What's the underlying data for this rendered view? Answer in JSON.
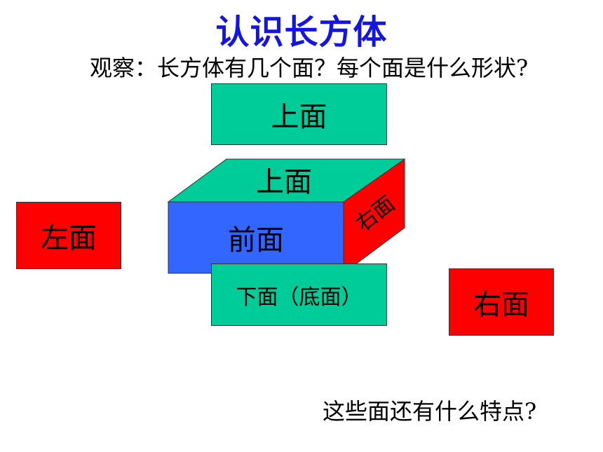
{
  "title": "认识长方体",
  "question": "观察：长方体有几个面？每个面是什么形状?",
  "faces": {
    "top_separate": "上面",
    "top_box": "上面",
    "front": "前面",
    "right_box": "右面",
    "left": "左面",
    "bottom": "下面（底面）",
    "right_separate": "右面"
  },
  "footer": "这些面还有什么特点?",
  "colors": {
    "title": "#1414e6",
    "green": "#00cc99",
    "red": "#ff0000",
    "blue": "#3366ff"
  }
}
